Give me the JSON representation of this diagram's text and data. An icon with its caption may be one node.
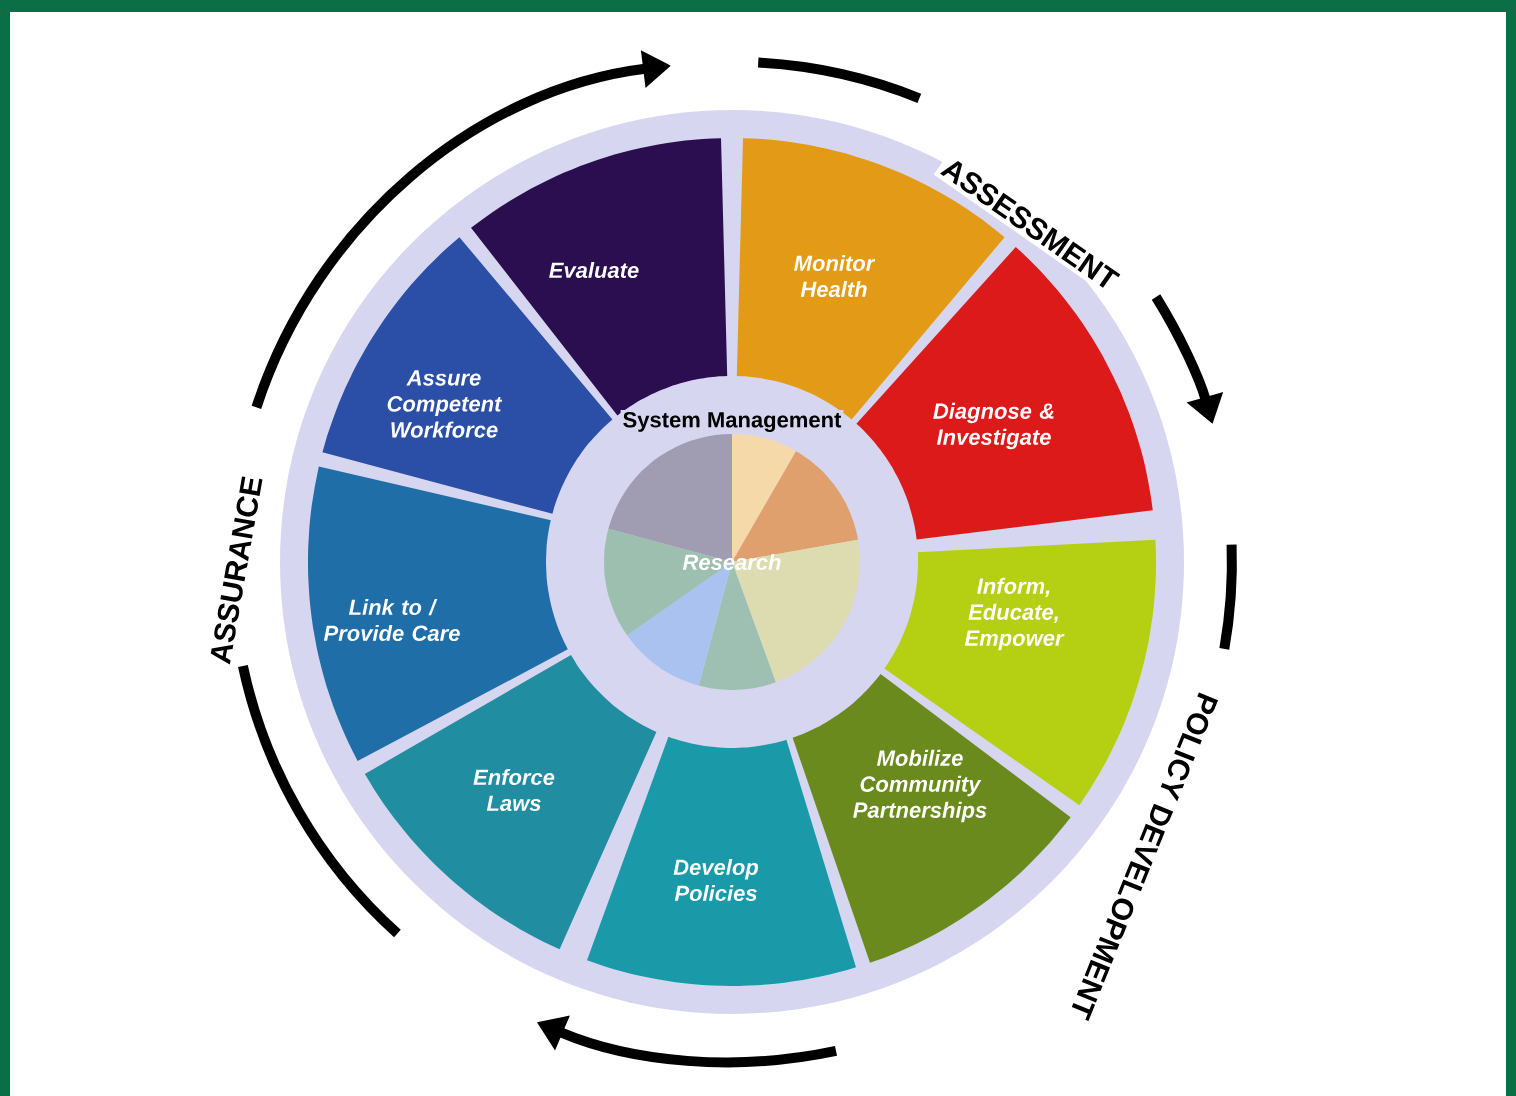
{
  "diagram": {
    "nodes": [
      {
        "text": [
          "Monitor Health"
        ]
      },
      {
        "text": [
          "Diagnose & Investigate"
        ]
      },
      {
        "text": [
          "Inform, Educate, Empower"
        ]
      },
      {
        "text": [
          "Mobilize Community Partnerships"
        ]
      },
      {
        "text": [
          "Develop Policies"
        ]
      },
      {
        "text": [
          "Enforce Laws"
        ]
      },
      {
        "text": [
          "Link to / Provide Care"
        ]
      },
      {
        "text": [
          "Assure Competent Workforce"
        ]
      },
      {
        "text": [
          "Evaluate"
        ]
      },
      {
        "text": [
          "System Management",
          "Research"
        ]
      }
    ],
    "labels": [
      "ASSESSMENT",
      "POLICY DEVELOPMENT",
      "ASSURANCE"
    ]
  }
}
